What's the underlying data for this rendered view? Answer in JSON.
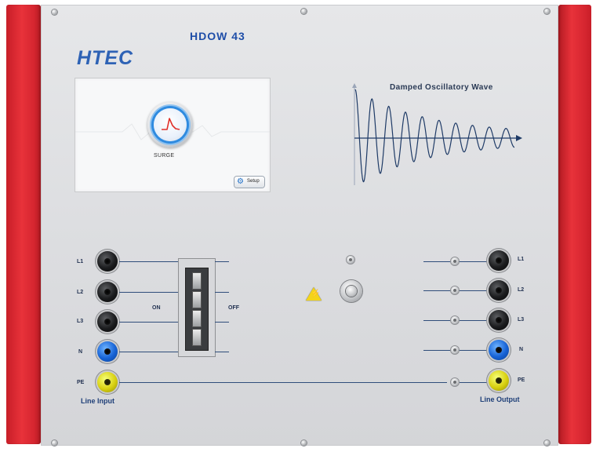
{
  "device": {
    "model": "HDOW 43",
    "brand": "HTEC",
    "brand_color": "#2e62b5",
    "side_rail_color": "#e8323a"
  },
  "touchscreen": {
    "main_button_label": "SURGE",
    "main_button_icon": "surge-waveform-icon",
    "setup_button_label": "Setup",
    "setup_button_icon": "gear-icon"
  },
  "waveform": {
    "title": "Damped Oscillatory Wave"
  },
  "inputs": {
    "group_label": "Line Input",
    "terminals": [
      {
        "label": "L1",
        "color": "black"
      },
      {
        "label": "L2",
        "color": "black"
      },
      {
        "label": "L3",
        "color": "black"
      },
      {
        "label": "N",
        "color": "blue"
      },
      {
        "label": "PE",
        "color": "yellow"
      }
    ]
  },
  "outputs": {
    "group_label": "Line Output",
    "terminals": [
      {
        "label": "L1",
        "color": "black"
      },
      {
        "label": "L2",
        "color": "black"
      },
      {
        "label": "L3",
        "color": "black"
      },
      {
        "label": "N",
        "color": "blue"
      },
      {
        "label": "PE",
        "color": "yellow"
      }
    ]
  },
  "breaker": {
    "on_label": "ON",
    "off_label": "OFF"
  },
  "warning": {
    "icon": "high-voltage-warning-icon"
  }
}
